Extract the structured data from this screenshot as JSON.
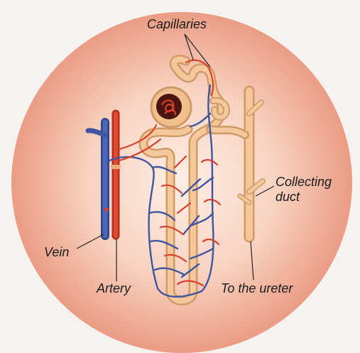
{
  "labels": {
    "capillaries": "Capillaries",
    "collecting_duct_line1": "Collecting",
    "collecting_duct_line2": "duct",
    "vein": "Vein",
    "artery": "Artery",
    "to_the_ureter": "To the ureter"
  },
  "colors": {
    "background": "#f4f3ef",
    "circle_center": "#fbe3d6",
    "circle_edge": "#ec9e86",
    "vein": "#3f55a0",
    "artery": "#d8402c",
    "tubule": "#f1bf8e",
    "tubule_outline": "#cf9a68",
    "glomerulus": "#7a1f1a"
  }
}
